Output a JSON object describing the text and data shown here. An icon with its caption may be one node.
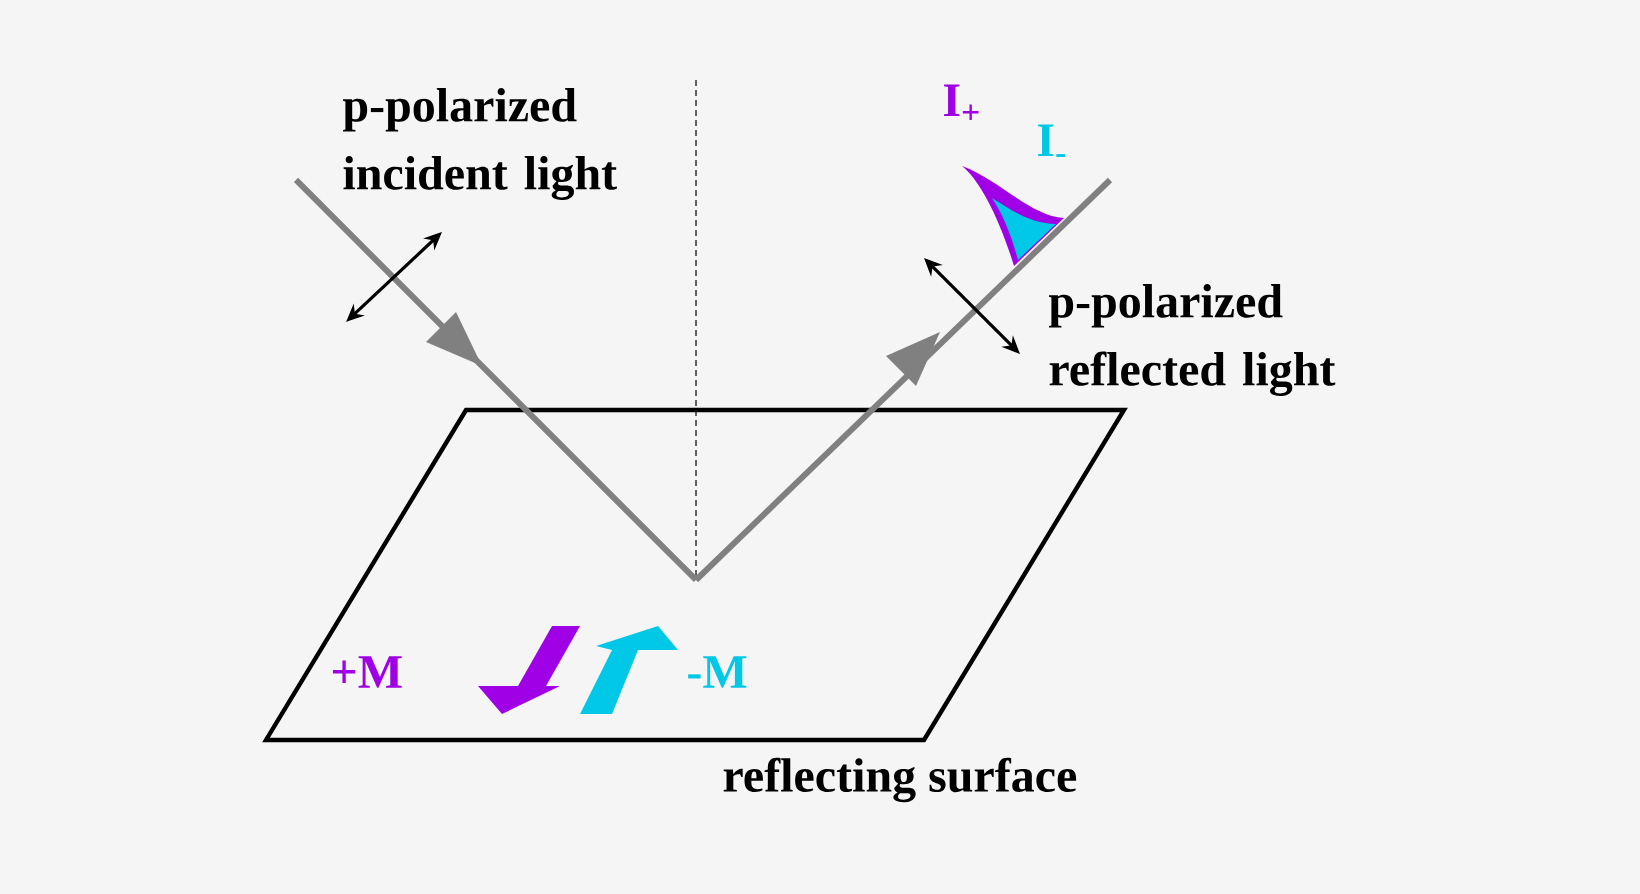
{
  "diagram": {
    "labels": [
      "p-polarized incident light",
      "I$_{+}$",
      "I$_{-}$",
      "p-polarized reflected light",
      "+M",
      "-M",
      "reflecting surface"
    ]
  }
}
